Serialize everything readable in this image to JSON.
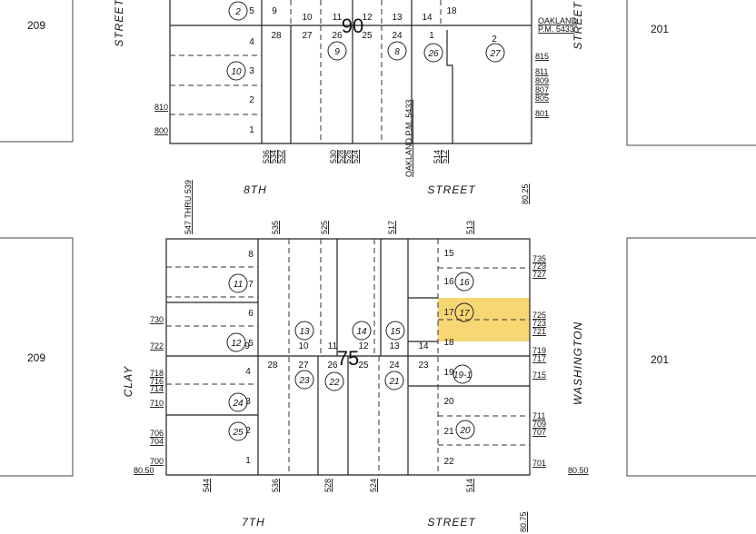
{
  "map": {
    "book_pages": [
      "90",
      "75"
    ],
    "adjacent_blocks": [
      "209",
      "201",
      "209",
      "201"
    ],
    "streets": [
      "STREET",
      "STREET",
      "8TH",
      "STREET",
      "CLAY",
      "WASHINGTON",
      "7TH",
      "STREET"
    ],
    "elevations": [
      "80.25",
      "80.50",
      "80.50",
      "80.75"
    ],
    "highlight_color": "#f7d774",
    "highlighted_parcel": "17",
    "upper_lots": [
      "5",
      "9",
      "10",
      "11",
      "12",
      "13",
      "14",
      "18",
      "28",
      "27",
      "26",
      "25",
      "24",
      "1",
      "2",
      "4",
      "3",
      "2",
      "1"
    ],
    "upper_parcels": [
      "2",
      "9",
      "8",
      "26",
      "27",
      "10"
    ],
    "upper_addresses": [
      "810",
      "800",
      "815",
      "811",
      "809",
      "807",
      "805",
      "801",
      "536",
      "534",
      "532",
      "530",
      "528",
      "526",
      "524",
      "514",
      "512"
    ],
    "upper_notes": [
      "OAKLAND",
      "P.M. 5433",
      "OAKLAND",
      "P.M. 5433"
    ],
    "lower_lots": [
      "8",
      "7",
      "6",
      "5",
      "9",
      "10",
      "11",
      "12",
      "13",
      "14",
      "15",
      "16",
      "17",
      "18",
      "28",
      "27",
      "26",
      "25",
      "24",
      "23",
      "19",
      "20",
      "21",
      "22",
      "4",
      "3",
      "2",
      "1"
    ],
    "lower_parcels": [
      "11",
      "12",
      "13",
      "14",
      "15",
      "16",
      "17",
      "23",
      "22",
      "21",
      "19-1",
      "20",
      "24",
      "25"
    ],
    "lower_addresses": [
      "730",
      "722",
      "718",
      "716",
      "714",
      "710",
      "706",
      "704",
      "700",
      "735",
      "729",
      "727",
      "725",
      "723",
      "721",
      "719",
      "717",
      "715",
      "711",
      "709",
      "707",
      "701",
      "547 THRU 539",
      "535",
      "525",
      "517",
      "513",
      "544",
      "536",
      "528",
      "524",
      "514"
    ]
  }
}
